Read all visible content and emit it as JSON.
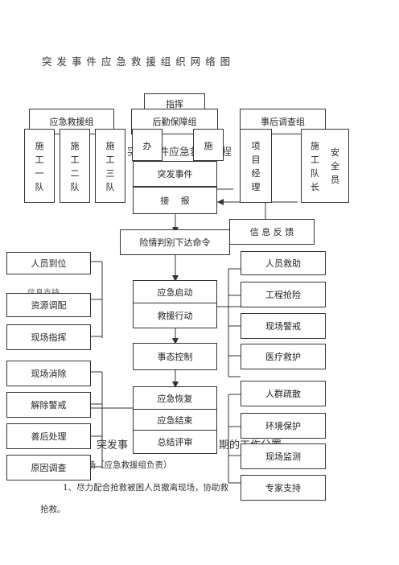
{
  "title": "突 发 事 件 应 急 救 援 组 织 网 络 图",
  "top": {
    "command": "指挥",
    "groups": [
      "应急救援组",
      "后勤保障组",
      "事后调查组"
    ]
  },
  "teams": {
    "t1": "施工一队",
    "t2": "施工二队",
    "t3": "施工三队",
    "office": "办",
    "construct": "施",
    "pm": "项目经理",
    "leader": "施工队长",
    "safety": "安全员"
  },
  "flow": {
    "event": "突发事件",
    "report": "接　 报",
    "judge": "险情判别下达命令",
    "feedback": "信 息 反 馈",
    "start": "应急启动",
    "action": "救援行动",
    "control": "事态控制",
    "recover": "应急恢复",
    "end": "应急结束",
    "review": "总结评审"
  },
  "left": [
    "人员到位",
    "资源调配",
    "现场指挥",
    "现场消除",
    "解除警戒",
    "善后处理",
    "原因调查"
  ],
  "right": [
    "人员救助",
    "工程抢险",
    "现场警戒",
    "医疗救护",
    "人群疏散",
    "环境保护",
    "现场监测",
    "专家支持"
  ],
  "bleed": {
    "b1": "突发事件应急救援流程",
    "b2": "信息支持",
    "b3": "突发事",
    "b4": "期的工作分置",
    "b5": "现场（应急救援组负责）",
    "b6": "1、尽力配合抢救被困人员撤离现场，协助救",
    "b7": "抢救。"
  }
}
